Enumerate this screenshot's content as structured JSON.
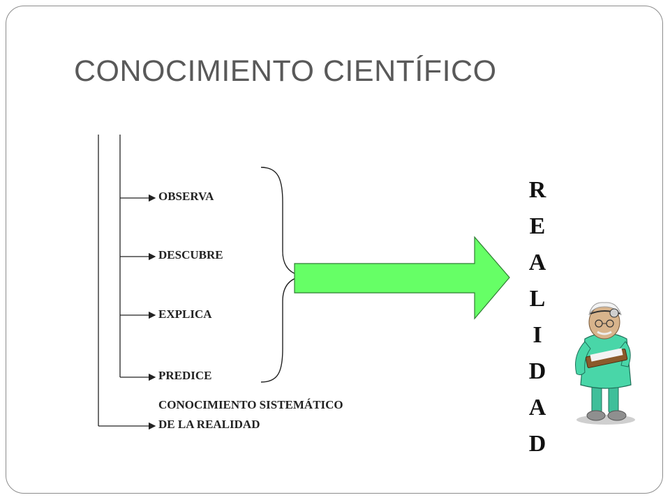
{
  "slide": {
    "title": "CONOCIMIENTO CIENTÍFICO",
    "steps": [
      {
        "label": "OBSERVA"
      },
      {
        "label": "DESCUBRE"
      },
      {
        "label": "EXPLICA"
      },
      {
        "label": "PREDICE"
      }
    ],
    "summary": {
      "line1": "CONOCIMIENTO SISTEMÁTICO",
      "line2": "DE LA REALIDAD"
    },
    "vertical_word": [
      "R",
      "E",
      "A",
      "L",
      "I",
      "D",
      "A",
      "D"
    ],
    "colors": {
      "title": "#595959",
      "arrow_fill": "#66ff66",
      "arrow_stroke": "#2e7d32",
      "line": "#222222",
      "border": "#8c8c8c"
    },
    "illustration": "scientist-with-clipboard"
  }
}
